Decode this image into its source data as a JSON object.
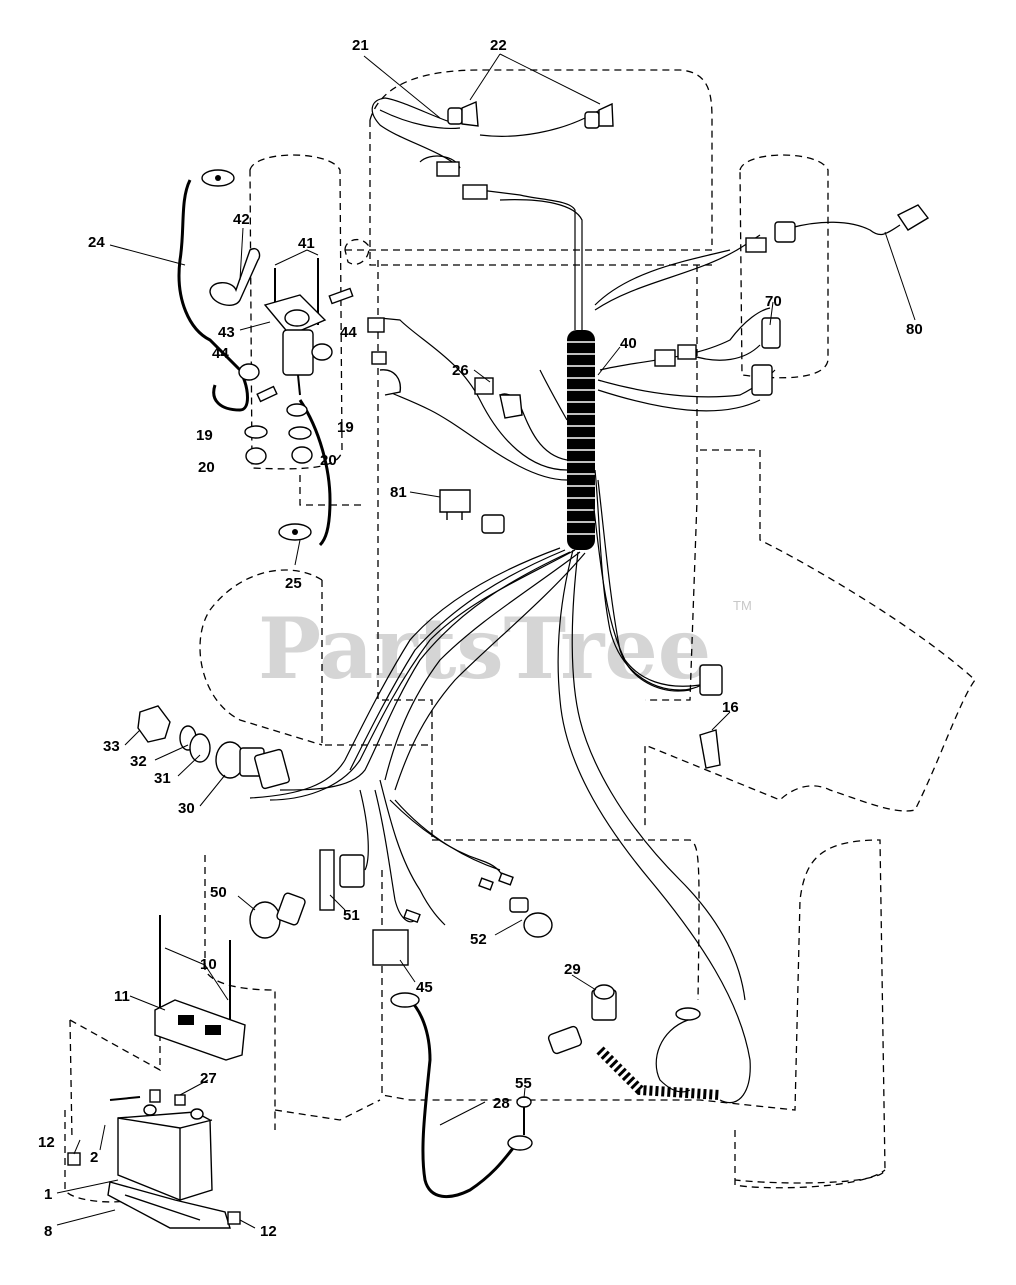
{
  "watermark": {
    "text": "PartsTree",
    "trademark": "TM"
  },
  "callouts": [
    {
      "id": "21",
      "text": "21"
    },
    {
      "id": "22",
      "text": "22"
    },
    {
      "id": "24",
      "text": "24"
    },
    {
      "id": "42",
      "text": "42"
    },
    {
      "id": "41",
      "text": "41"
    },
    {
      "id": "43",
      "text": "43"
    },
    {
      "id": "44a",
      "text": "44"
    },
    {
      "id": "44b",
      "text": "44"
    },
    {
      "id": "19a",
      "text": "19"
    },
    {
      "id": "19b",
      "text": "19"
    },
    {
      "id": "20a",
      "text": "20"
    },
    {
      "id": "20b",
      "text": "20"
    },
    {
      "id": "25",
      "text": "25"
    },
    {
      "id": "26",
      "text": "26"
    },
    {
      "id": "40",
      "text": "40"
    },
    {
      "id": "70",
      "text": "70"
    },
    {
      "id": "80",
      "text": "80"
    },
    {
      "id": "81",
      "text": "81"
    },
    {
      "id": "16",
      "text": "16"
    },
    {
      "id": "33",
      "text": "33"
    },
    {
      "id": "32",
      "text": "32"
    },
    {
      "id": "31",
      "text": "31"
    },
    {
      "id": "30",
      "text": "30"
    },
    {
      "id": "50",
      "text": "50"
    },
    {
      "id": "51",
      "text": "51"
    },
    {
      "id": "52",
      "text": "52"
    },
    {
      "id": "45",
      "text": "45"
    },
    {
      "id": "29",
      "text": "29"
    },
    {
      "id": "10",
      "text": "10"
    },
    {
      "id": "11",
      "text": "11"
    },
    {
      "id": "27",
      "text": "27"
    },
    {
      "id": "55",
      "text": "55"
    },
    {
      "id": "28",
      "text": "28"
    },
    {
      "id": "12a",
      "text": "12"
    },
    {
      "id": "2",
      "text": "2"
    },
    {
      "id": "1",
      "text": "1"
    },
    {
      "id": "8",
      "text": "8"
    },
    {
      "id": "12b",
      "text": "12"
    }
  ]
}
